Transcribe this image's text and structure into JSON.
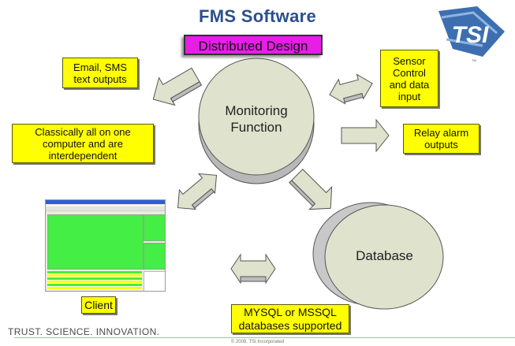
{
  "header": {
    "title": "FMS Software",
    "subtitle": "Distributed Design",
    "logo_text": "TSI",
    "logo_tm": "TM"
  },
  "nodes": {
    "monitoring": "Monitoring\nFunction",
    "database": "Database"
  },
  "notes": {
    "email_sms": "Email, SMS\ntext outputs",
    "classically": "Classically all on one\ncomputer and are\ninterdependent",
    "sensor": "Sensor\nControl\nand data\ninput",
    "relay": "Relay alarm\noutputs",
    "client": "Client",
    "mysql": "MYSQL or MSSQL\ndatabases supported"
  },
  "footer": {
    "tagline": "TRUST. SCIENCE. INNOVATION.",
    "copyright": "© 2008, TSI Incorporated"
  },
  "colors": {
    "title": "#2b4f8c",
    "subtitle_bg": "#e61ee6",
    "note_bg": "#ffff00",
    "shape_fill": "#dfe2cc",
    "shape_side": "#c8c8c8",
    "client_green": "#44ee44",
    "footer_line": "#9acd7a"
  }
}
